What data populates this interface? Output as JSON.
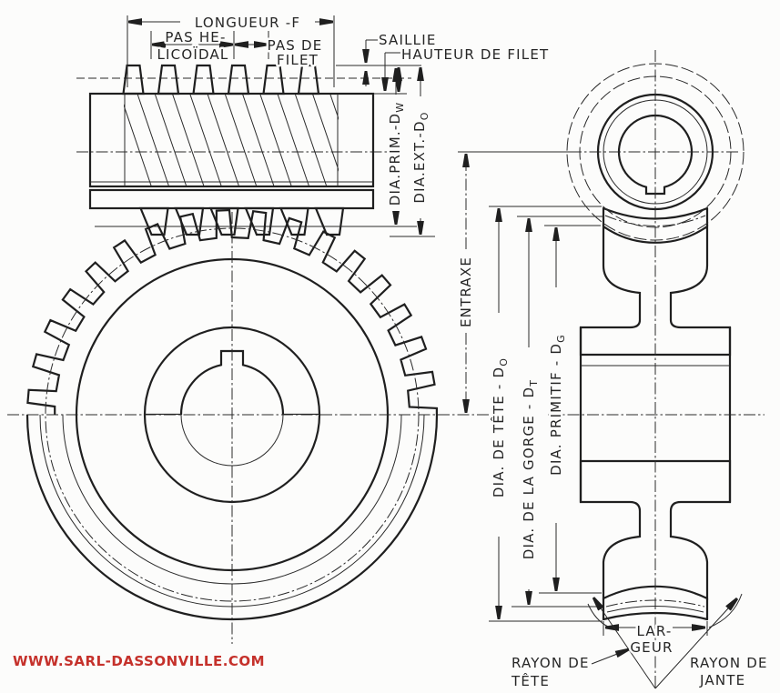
{
  "watermark": {
    "text": "WWW.SARL-DASSONVILLE.COM",
    "color": "#c5312b"
  },
  "colors": {
    "line": "#1f1f1f",
    "background": "#fcfcfb"
  },
  "labels": {
    "longueur": "LONGUEUR -F",
    "pas_he_1": "PAS HE-",
    "pas_he_2": "LICOÏDAL",
    "pas_filet_1": "PAS DE",
    "pas_filet_2": "FILET",
    "saillie": "SAILLIE",
    "hauteur_filet": "HAUTEUR DE FILET",
    "dia_prim_w": {
      "main": "DIA.PRIM.-D",
      "sub": "W"
    },
    "dia_ext_o": {
      "main": "DIA.EXT.-D",
      "sub": "O"
    },
    "entraxe": "ENTRAXE",
    "dia_tete": {
      "main": "DIA. DE TÊTE - D",
      "sub": "O"
    },
    "dia_gorge": {
      "main": "DIA. DE LA GORGE - D",
      "sub": "T"
    },
    "dia_primitif": {
      "main": "DIA. PRIMITIF - D",
      "sub": "G"
    },
    "largeur_1": "LAR-",
    "largeur_2": "GEUR",
    "rayon_tete_1": "RAYON DE",
    "rayon_tete_2": "TÊTE",
    "rayon_jante_1": "RAYON DE",
    "rayon_jante_2": "JANTE"
  }
}
